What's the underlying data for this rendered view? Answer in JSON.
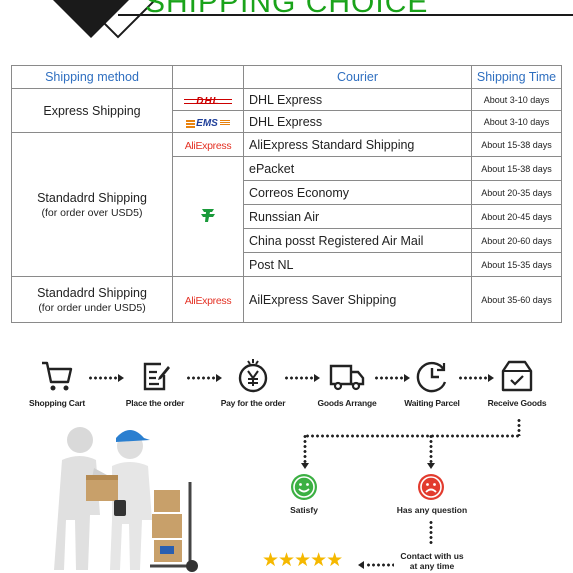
{
  "header": {
    "title": "SHIPPING CHOICE"
  },
  "table": {
    "headers": {
      "method": "Shipping method",
      "courier": "Courier",
      "time": "Shipping Time"
    },
    "groups": [
      {
        "method": "Express Shipping",
        "method_sub": "",
        "rows": [
          {
            "logo": "DHL",
            "courier": "DHL Express",
            "time": "About 3-10 days"
          },
          {
            "logo": "EMS",
            "courier": "DHL Express",
            "time": "About 3-10 days"
          }
        ]
      },
      {
        "method": "Standadrd Shipping",
        "method_sub": "(for order over USD5)",
        "rows": [
          {
            "logo": "AliExpress",
            "courier": "AliExpress Standard Shipping",
            "time": "About 15-38 days"
          },
          {
            "logo": "",
            "courier": "ePacket",
            "time": "About 15-38 days"
          },
          {
            "logo": "",
            "courier": "Correos Economy",
            "time": "About 20-35 days"
          },
          {
            "logo": "",
            "courier": "Runssian Air",
            "time": "About 20-45 days"
          },
          {
            "logo": "",
            "courier": "China posst Registered Air Mail",
            "time": "About 20-60 days"
          },
          {
            "logo": "",
            "courier": "Post NL",
            "time": "About 15-35 days"
          }
        ]
      },
      {
        "method": "Standadrd Shipping",
        "method_sub": "(for order under USD5)",
        "rows": [
          {
            "logo": "AliExpress",
            "courier": "AilExpress Saver Shipping",
            "time": "About 35-60 days"
          }
        ]
      }
    ]
  },
  "flow": {
    "steps": [
      {
        "label": "Shopping Cart",
        "icon": "shopping-cart-icon"
      },
      {
        "label": "Place the order",
        "icon": "order-form-icon"
      },
      {
        "label": "Pay for the order",
        "icon": "yen-coin-icon"
      },
      {
        "label": "Goods Arrange",
        "icon": "truck-icon"
      },
      {
        "label": "Waiting Parcel",
        "icon": "clock-icon"
      },
      {
        "label": "Receive Goods",
        "icon": "package-icon"
      }
    ]
  },
  "feedback": {
    "satisfy": "Satisfy",
    "question": "Has any question",
    "contact_line1": "Contact with us",
    "contact_line2": "at any time",
    "stars": "★★★★★",
    "satisfy_color": "#3cb043",
    "question_color": "#e23b2e"
  },
  "logos": {
    "dhl": "DHL",
    "ems": "EMS",
    "aliexpress": "AliExpress"
  }
}
